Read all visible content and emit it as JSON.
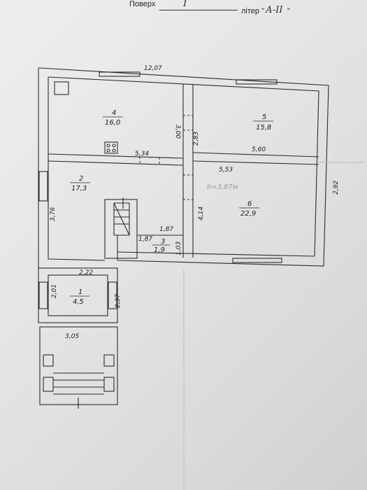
{
  "header": {
    "floor_label": "Поверх",
    "floor_value": "I",
    "liter_label": "літер \"",
    "liter_value": "А-ІІ",
    "liter_close": "\""
  },
  "rooms": [
    {
      "number": "4",
      "area": "16,0"
    },
    {
      "number": "5",
      "area": "15,8"
    },
    {
      "number": "2",
      "area": "17,3"
    },
    {
      "number": "6",
      "area": "22,9"
    },
    {
      "number": "3",
      "area": "1,9"
    },
    {
      "number": "1",
      "area": "4,5"
    }
  ],
  "dimensions": {
    "top_width": "12,07",
    "room4_right": "3,00",
    "room5_left": "2,83",
    "room5_bottom": "5,60",
    "room4_bottom": "5,34",
    "room6_top": "5,53",
    "right_outer": "2,92",
    "room2_left": "3,76",
    "room6_left": "4,14",
    "room3_width": "1,87",
    "room3_left": "1,87",
    "room3_right": "1,03",
    "room1_top": "2,22",
    "room1_left": "2,01",
    "room1_right": "2,37",
    "porch_width": "3,05"
  },
  "annotation": "h=3,67м"
}
